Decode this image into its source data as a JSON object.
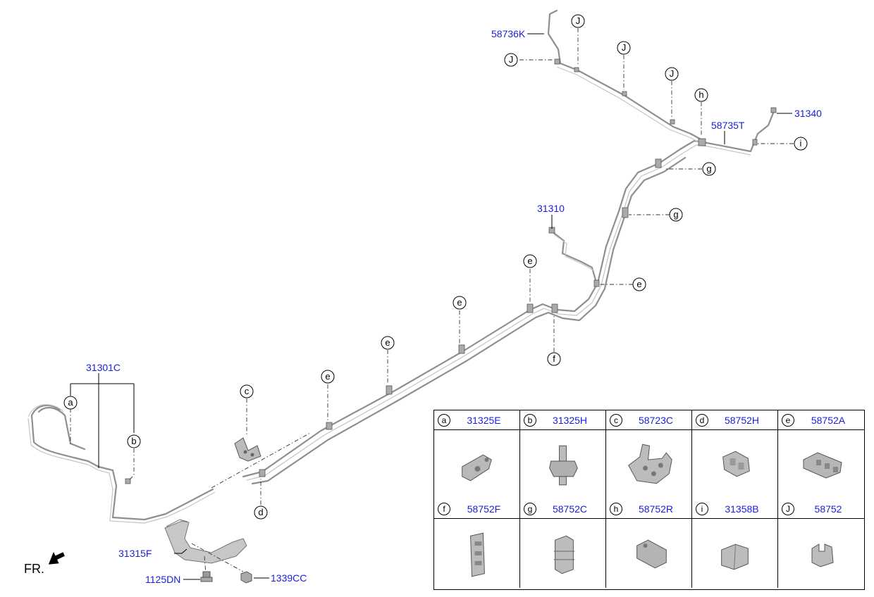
{
  "orientation_label": "FR.",
  "part_labels": {
    "p31301C": "31301C",
    "p31310": "31310",
    "p31315F": "31315F",
    "p1125DN": "1125DN",
    "p1339CC": "1339CC",
    "p58736K": "58736K",
    "p58735T": "58735T",
    "p31340": "31340"
  },
  "callouts": {
    "a": "a",
    "b": "b",
    "c": "c",
    "d": "d",
    "e": "e",
    "f": "f",
    "g": "g",
    "h": "h",
    "i": "i",
    "J": "J"
  },
  "legend": {
    "items": [
      {
        "letter": "a",
        "part": "31325E",
        "icon": "clip-a-icon"
      },
      {
        "letter": "b",
        "part": "31325H",
        "icon": "clip-b-icon"
      },
      {
        "letter": "c",
        "part": "58723C",
        "icon": "bracket-c-icon"
      },
      {
        "letter": "d",
        "part": "58752H",
        "icon": "clip-d-icon"
      },
      {
        "letter": "e",
        "part": "58752A",
        "icon": "clip-e-icon"
      },
      {
        "letter": "f",
        "part": "58752F",
        "icon": "clip-f-icon"
      },
      {
        "letter": "g",
        "part": "58752C",
        "icon": "clip-g-icon"
      },
      {
        "letter": "h",
        "part": "58752R",
        "icon": "clip-h-icon"
      },
      {
        "letter": "i",
        "part": "31358B",
        "icon": "clip-i-icon"
      },
      {
        "letter": "J",
        "part": "58752",
        "icon": "clip-j-icon"
      }
    ]
  }
}
